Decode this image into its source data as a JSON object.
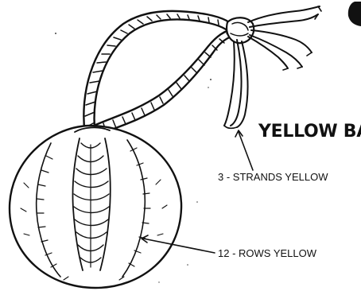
{
  "diagram": {
    "title": "YELLOW BAG",
    "labels": {
      "strands": "3 - STRANDS YELLOW",
      "rows": "12 - ROWS YELLOW"
    }
  }
}
